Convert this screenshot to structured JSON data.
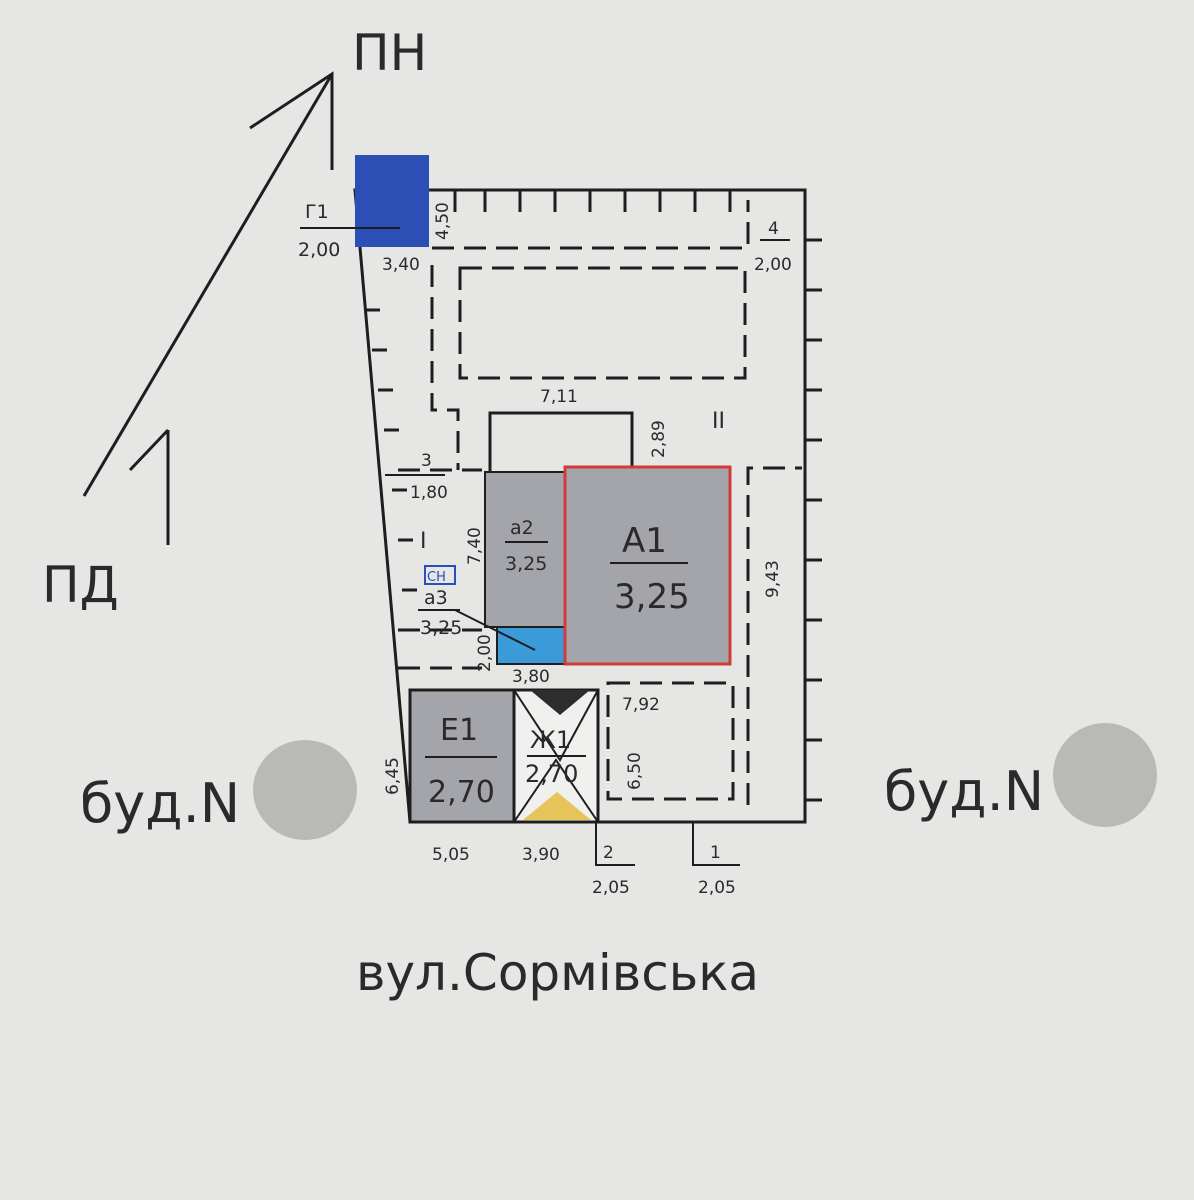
{
  "compass": {
    "north": "ПН",
    "south": "ПД"
  },
  "street": "вул.Сормівська",
  "neighbors": {
    "left": "буд.N",
    "right": "буд.N"
  },
  "colors": {
    "paper": "#e6e7e4",
    "building_gray": "#a4a5aa",
    "red_outline": "#d23a3a",
    "blue_block": "#2b4fb5",
    "blue_light": "#3a9bd8",
    "marker_yellow": "#e7c45a"
  },
  "plot_labels": {
    "yard_I": "I",
    "yard_II": "II",
    "ch_mark": "СН"
  },
  "buildings": [
    {
      "code": "А1",
      "height": "3,25"
    },
    {
      "code": "а2",
      "height": "3,25"
    },
    {
      "code": "а3",
      "height": "3,25"
    },
    {
      "code": "Е1",
      "height": "2,70"
    },
    {
      "code": "Ж1",
      "height": "2,70"
    },
    {
      "code": "Г1",
      "height": "2,00"
    }
  ],
  "dimensions": {
    "g1_width": "3,40",
    "g1_depth": "4,50",
    "top_right_num": "4",
    "top_right_len": "2,00",
    "porch_len": "7,11",
    "porch_depth": "2,89",
    "left_num": "3",
    "left_len": "1,80",
    "a2_depth": "7,40",
    "a3_small": "2,00",
    "a3_width": "3,80",
    "right_side": "9,43",
    "yard_len": "7,92",
    "yard_depth": "6,50",
    "e1_depth": "6,45",
    "e1_width": "5,05",
    "zh1_width": "3,90",
    "gate2_num": "2",
    "gate2_len": "2,05",
    "gate1_num": "1",
    "gate1_len": "2,05"
  }
}
